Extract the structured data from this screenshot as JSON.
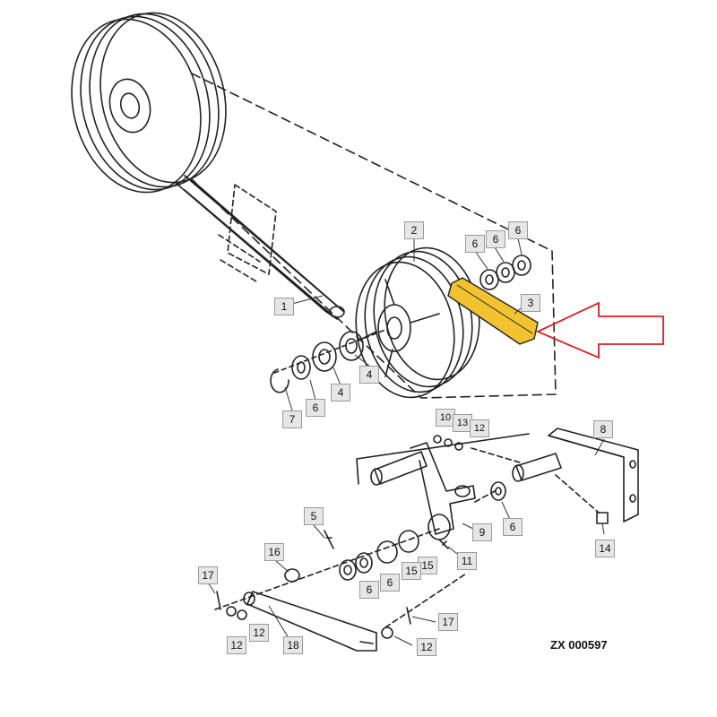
{
  "figure_id": "ZX 000597",
  "highlight_color": "#f2c230",
  "arrow_color": "#d42020",
  "callouts": [
    "1",
    "2",
    "3",
    "4",
    "4",
    "4",
    "6",
    "6",
    "6",
    "6",
    "7",
    "8",
    "10",
    "13",
    "12",
    "6",
    "9",
    "11",
    "5",
    "15",
    "15",
    "16",
    "6",
    "6",
    "14",
    "17",
    "12",
    "12",
    "18",
    "17",
    "12"
  ]
}
